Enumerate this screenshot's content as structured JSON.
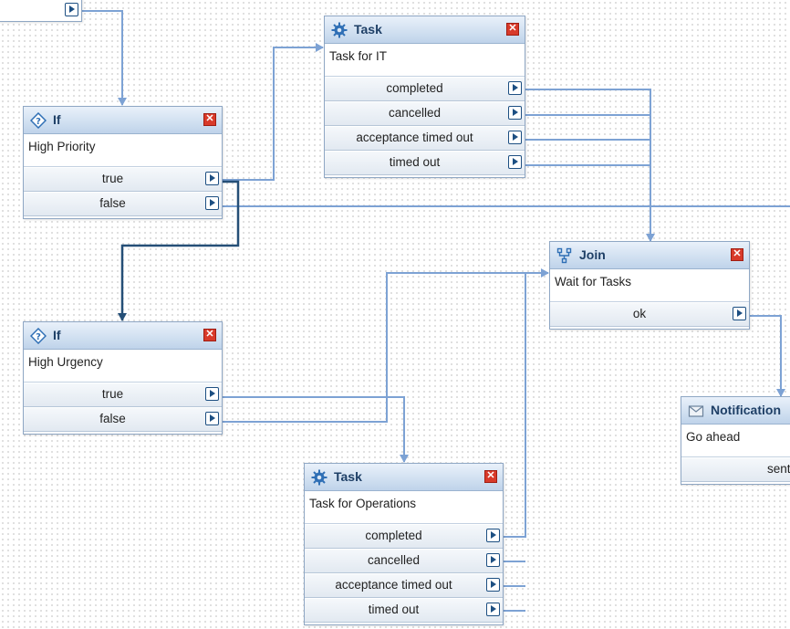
{
  "nodes": {
    "task_it": {
      "type": "Task",
      "description": "Task for IT",
      "outputs": [
        "completed",
        "cancelled",
        "acceptance timed out",
        "timed out"
      ]
    },
    "if_priority": {
      "type": "If",
      "description": "High Priority",
      "outputs": [
        "true",
        "false"
      ]
    },
    "if_urgency": {
      "type": "If",
      "description": "High Urgency",
      "outputs": [
        "true",
        "false"
      ]
    },
    "join": {
      "type": "Join",
      "description": "Wait for Tasks",
      "outputs": [
        "ok"
      ]
    },
    "task_ops": {
      "type": "Task",
      "description": "Task for Operations",
      "outputs": [
        "completed",
        "cancelled",
        "acceptance timed out",
        "timed out"
      ]
    },
    "notification": {
      "type": "Notification",
      "description": "Go ahead",
      "outputs": [
        "sent"
      ]
    }
  },
  "colors": {
    "wire": "#7da2d4",
    "wire_selected": "#254f77",
    "header_text": "#1e3f66",
    "close": "#d83a2a"
  },
  "icons": {
    "task": "gear-icon",
    "if": "decision-diamond-icon",
    "join": "join-tree-icon",
    "notification": "envelope-icon",
    "close": "close-icon",
    "port": "output-port-arrow-icon"
  }
}
